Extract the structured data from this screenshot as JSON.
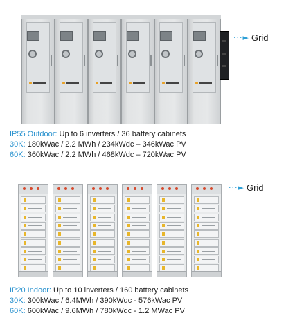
{
  "outdoor": {
    "grid_label": "Grid",
    "specs": [
      {
        "key": "IP55 Outdoor:",
        "text": "  Up to 6 inverters / 36 battery cabinets"
      },
      {
        "key": "30K:",
        "text": "  180kWac / 2.2 MWh / 234kWdc – 346kWac PV"
      },
      {
        "key": "60K:",
        "text": " 360kWac / 2.2 MWh / 468kWdc – 720kWac PV"
      }
    ]
  },
  "indoor": {
    "grid_label": "Grid",
    "specs": [
      {
        "key": "IP20 Indoor:",
        "text": "  Up to 10 inverters / 160 battery cabinets"
      },
      {
        "key": "30K:",
        "text": "  300kWac / 6.4MWh / 390kWdc - 576kWac PV"
      },
      {
        "key": "60K:",
        "text": " 600kWac / 9.6MWh / 780kWdc - 1.2 MWac PV"
      }
    ]
  },
  "colors": {
    "accent": "#2b93cf",
    "text": "#1c1c1c"
  }
}
